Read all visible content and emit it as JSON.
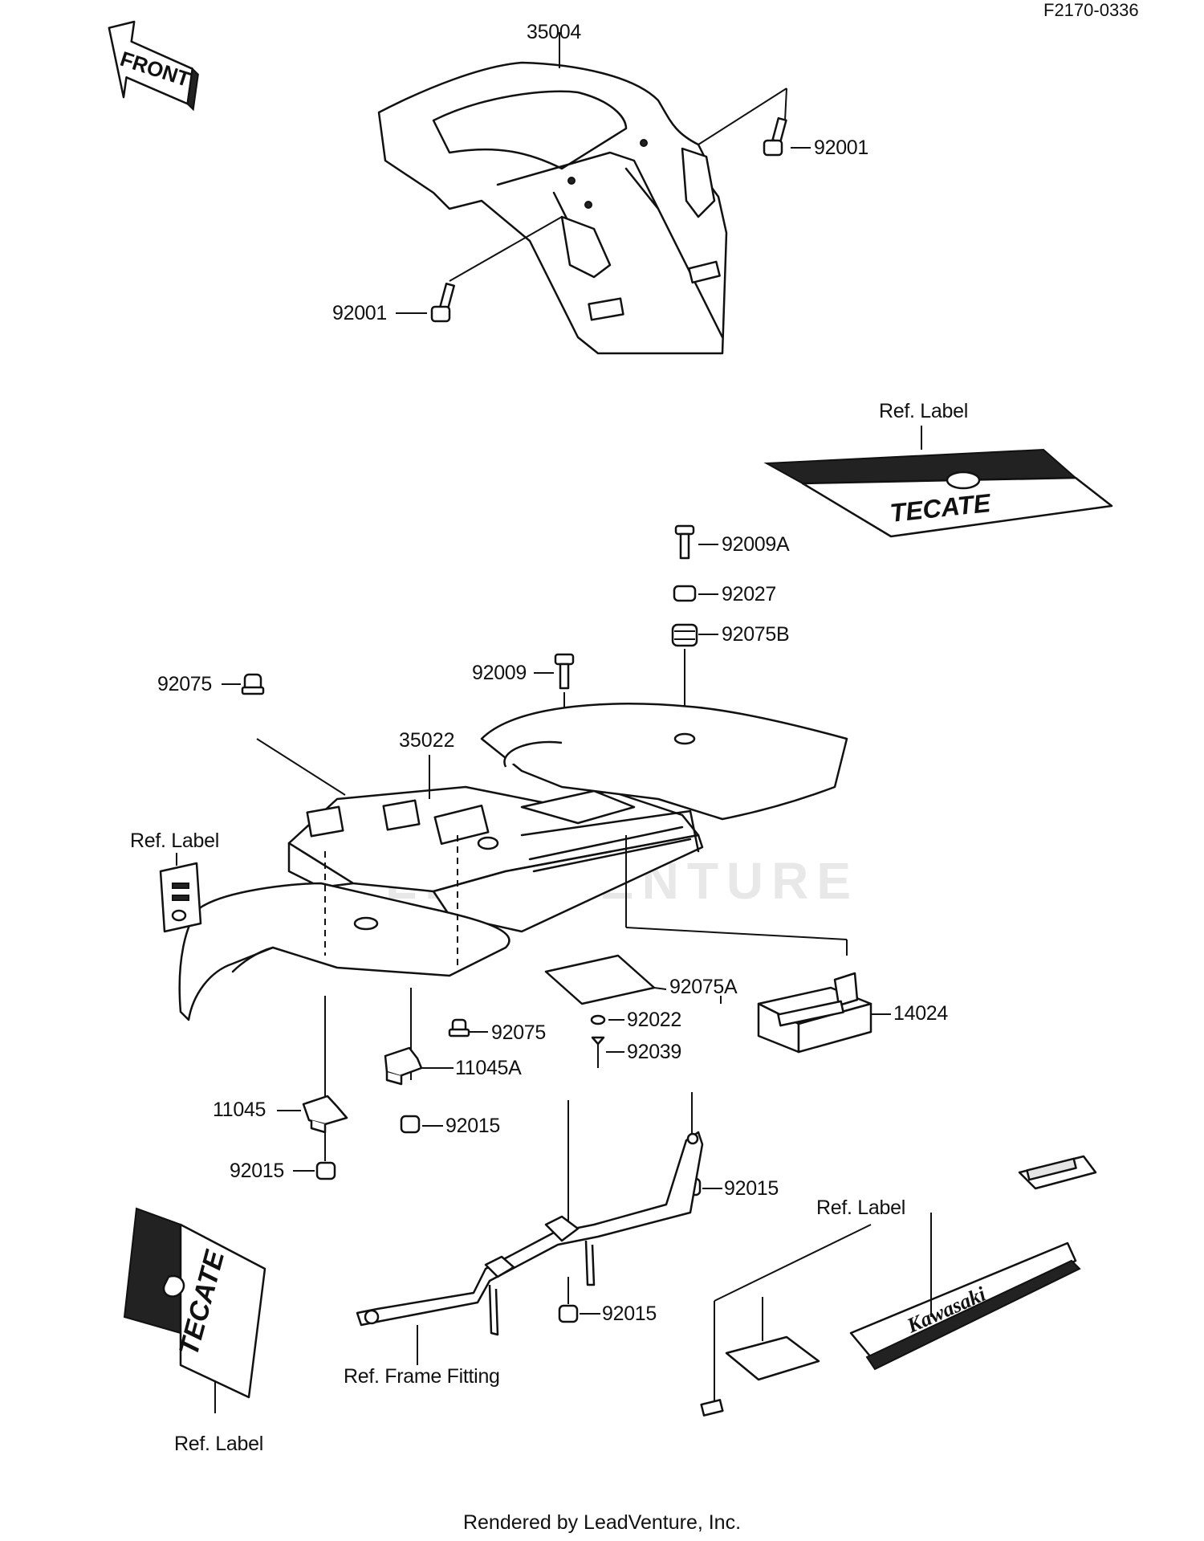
{
  "diagram_code": "F2170-0336",
  "front_arrow_label": "FRONT",
  "parts": {
    "p35004": "35004",
    "p92001_top": "92001",
    "p92001_left": "92001",
    "p92009A": "92009A",
    "p92027": "92027",
    "p92075B": "92075B",
    "p92009": "92009",
    "p35022": "35022",
    "p92075_top": "92075",
    "p92075A": "92075A",
    "p14024": "14024",
    "p92022": "92022",
    "p92075_bottom": "92075",
    "p92039": "92039",
    "p11045A": "11045A",
    "p11045": "11045",
    "p92015_a": "92015",
    "p92015_b": "92015",
    "p92015_c": "92015",
    "p92015_d": "92015"
  },
  "ref_labels": {
    "label_top_right": "Ref. Label",
    "label_left": "Ref. Label",
    "label_bottom_right": "Ref. Label",
    "label_bottom_left": "Ref. Label",
    "frame_fitting": "Ref. Frame Fitting"
  },
  "decals": {
    "tecate_top": "TECATE",
    "tecate_left": "TECATE",
    "kawasaki": "Kawasaki"
  },
  "watermark": "LEADVENTURE",
  "footer": "Rendered by LeadVenture, Inc."
}
